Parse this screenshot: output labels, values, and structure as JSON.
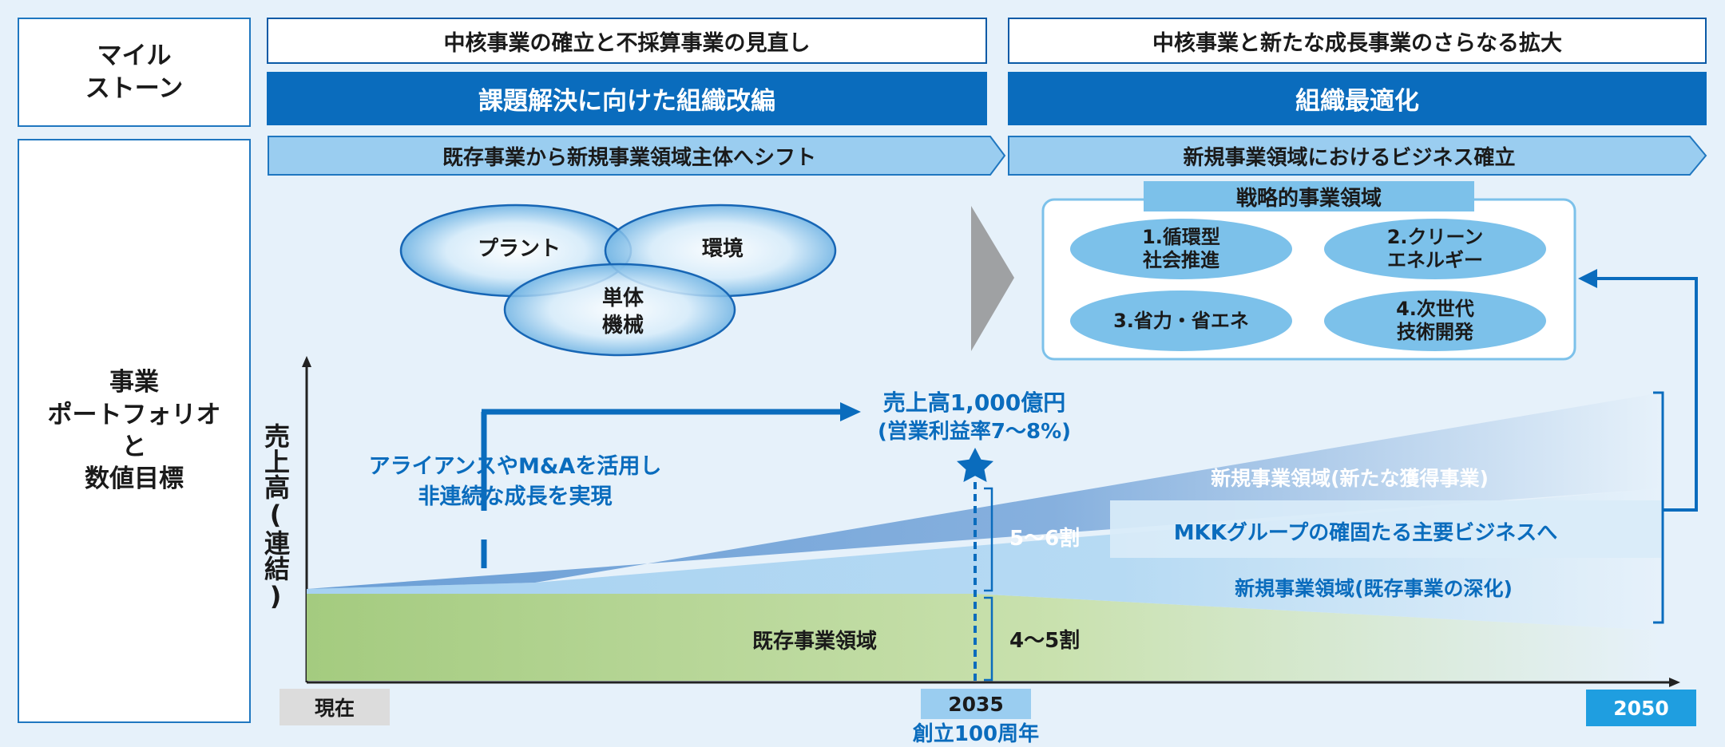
{
  "left": {
    "milestone_label": "マイル\nストーン",
    "portfolio_label": "事業\nポートフォリオ\nと\n数値目標"
  },
  "milestones": {
    "left_white": "中核事業の確立と不採算事業の見直し",
    "right_white": "中核事業と新たな成長事業のさらなる拡大",
    "left_blue": "課題解決に向けた組織改編",
    "right_blue": "組織最適化",
    "left_arrow": "既存事業から新規事業領域主体へシフト",
    "right_arrow": "新規事業領域におけるビジネス確立"
  },
  "venn": {
    "plant": "プラント",
    "environment": "環境",
    "machinery": "単体\n機械"
  },
  "strategy": {
    "title": "戦略的事業領域",
    "items": [
      "1.循環型\n社会推進",
      "2.クリーン\nエネルギー",
      "3.省力・省エネ",
      "4.次世代\n技術開発"
    ]
  },
  "chart": {
    "y_label": "売上高(連結)",
    "target": "売上高1,000億円",
    "target_sub": "(営業利益率7～8%)",
    "alliance_line1": "アライアンスやM&Aを活用し",
    "alliance_line2": "非連続な成長を実現",
    "new_acquired": "新規事業領域(新たな獲得事業)",
    "mkk": "MKKグループの確固たる主要ビジネスへ",
    "new_existing": "新規事業領域(既存事業の深化)",
    "existing": "既存事業領域",
    "ratio_new": "5～6割",
    "ratio_existing": "4～5割",
    "x_now": "現在",
    "x_2035": "2035",
    "x_2035_sub": "創立100周年",
    "x_2050": "2050"
  },
  "colors": {
    "brand_blue": "#0a6cbd",
    "light_blue": "#9acdf0",
    "green": "#a4cb7f",
    "background": "#e6f1fa"
  }
}
